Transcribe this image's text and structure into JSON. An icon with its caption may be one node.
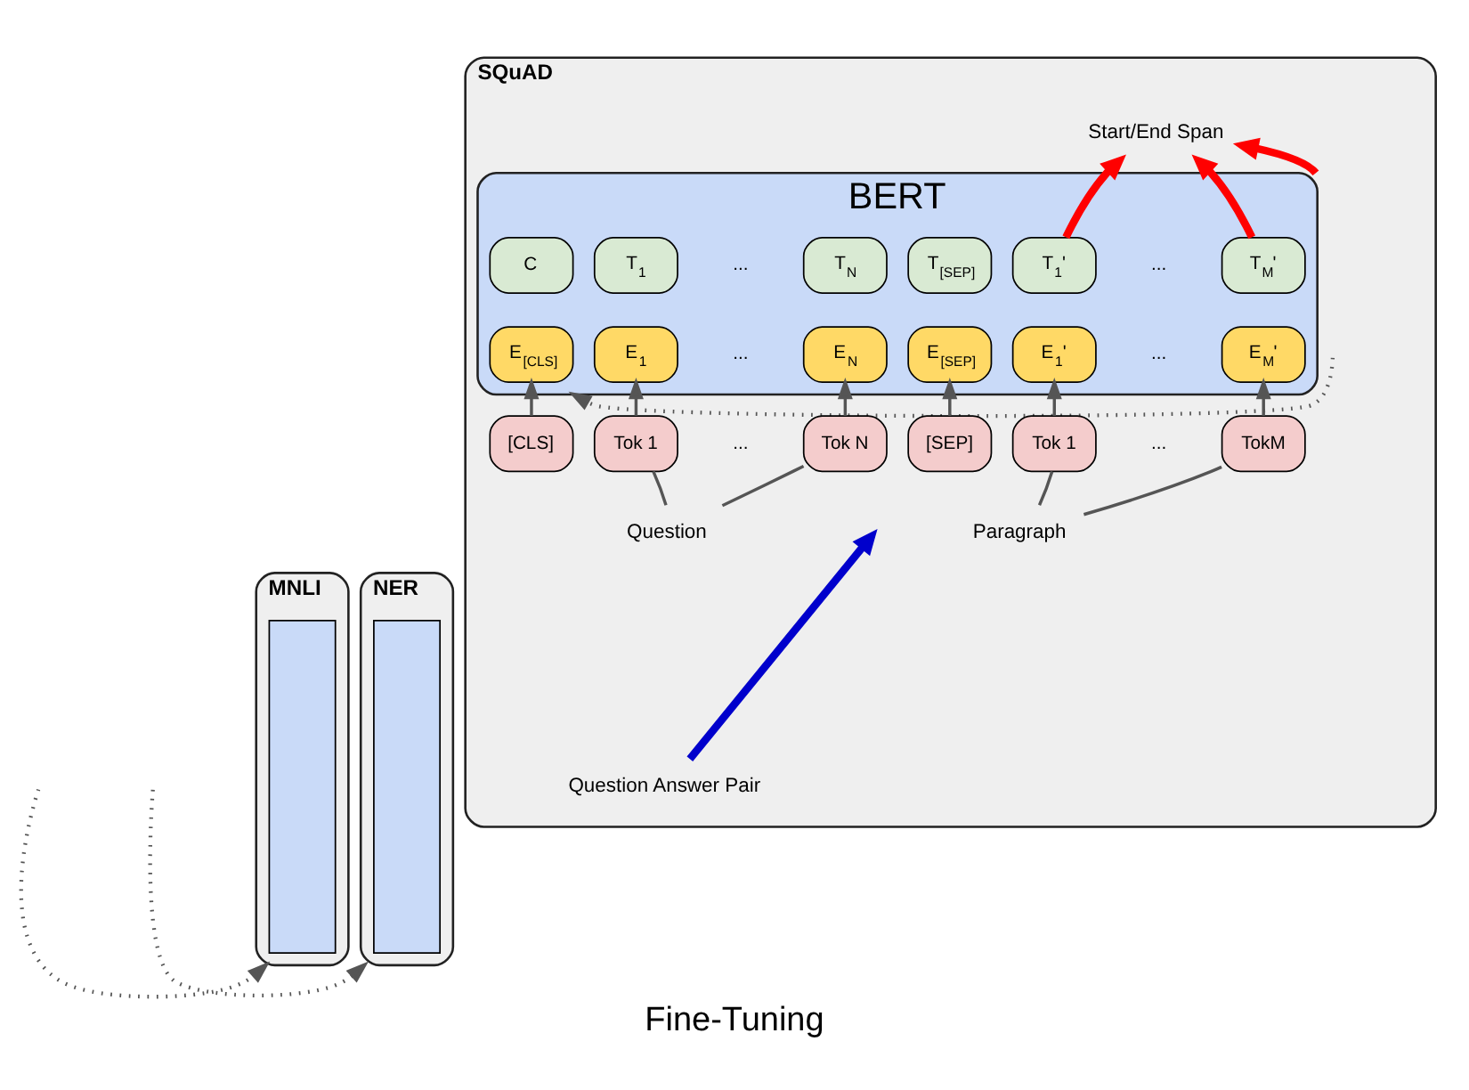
{
  "diagram": {
    "caption": "Fine-Tuning",
    "nodes": [
      {
        "text": [
          "MNLI"
        ]
      },
      {
        "text": [
          "NER"
        ]
      },
      {
        "text": [
          "SQuAD"
        ]
      },
      {
        "text": [],
        "shape": "box",
        "in": 0
      },
      {
        "text": [],
        "shape": "box",
        "in": 1
      },
      {
        "text": [
          "BERT"
        ],
        "in": 2
      },
      {
        "text": [
          "C"
        ],
        "in": 5
      },
      {
        "text": [
          "T$_{1}$"
        ],
        "in": 5
      },
      {
        "text": [
          "T$_{N}$"
        ],
        "in": 5
      },
      {
        "text": [
          "T$_{[SEP]}$"
        ],
        "in": 5
      },
      {
        "text": [
          "T$_{1}$'"
        ],
        "in": 5
      },
      {
        "text": [
          "T$_{M}$'"
        ],
        "in": 5
      },
      {
        "text": [
          "E$_{[CLS]}$"
        ],
        "in": 5
      },
      {
        "text": [
          "E$_{1}$"
        ],
        "in": 5
      },
      {
        "text": [
          "E$_{N}$"
        ],
        "in": 5
      },
      {
        "text": [
          "E$_{[SEP]}$"
        ],
        "in": 5
      },
      {
        "text": [
          "E$_{1}$'"
        ],
        "in": 5
      },
      {
        "text": [
          "E$_{M}$'"
        ],
        "in": 5
      },
      {
        "text": [
          "[CLS]"
        ],
        "in": 2
      },
      {
        "text": [
          "Tok 1"
        ],
        "in": 2
      },
      {
        "text": [
          "Tok N"
        ],
        "in": 2
      },
      {
        "text": [
          "[SEP]"
        ],
        "in": 2
      },
      {
        "text": [
          "Tok 1"
        ],
        "in": 2
      },
      {
        "text": [
          "TokM"
        ],
        "in": 2
      },
      {
        "text": [
          "Question"
        ],
        "in": 2
      },
      {
        "text": [
          "Paragraph"
        ],
        "in": 2
      },
      {
        "text": [
          "Question Answer Pair"
        ],
        "in": 2
      },
      {
        "text": [
          "Start/End Span"
        ],
        "in": 2
      }
    ],
    "edges": [
      {
        "from": null,
        "to": 0,
        "arrow": "to",
        "style": "dashed"
      },
      {
        "from": null,
        "to": 1,
        "arrow": "to",
        "style": "dashed"
      },
      {
        "from": null,
        "to": 5,
        "arrow": "to",
        "style": "dashed"
      },
      {
        "from": 18,
        "to": 12,
        "arrow": "to"
      },
      {
        "from": 19,
        "to": 13,
        "arrow": "to"
      },
      {
        "from": 20,
        "to": 14,
        "arrow": "to"
      },
      {
        "from": 21,
        "to": 15,
        "arrow": "to"
      },
      {
        "from": 22,
        "to": 16,
        "arrow": "to"
      },
      {
        "from": 23,
        "to": 17,
        "arrow": "to"
      },
      {
        "from": 19,
        "to": 24,
        "arrow": "none"
      },
      {
        "from": 20,
        "to": 24,
        "arrow": "none"
      },
      {
        "from": 22,
        "to": 25,
        "arrow": "none"
      },
      {
        "from": 23,
        "to": 25,
        "arrow": "none"
      },
      {
        "from": 10,
        "to": 27,
        "arrow": "to",
        "style": "thick",
        "color": "#ff0000"
      },
      {
        "from": 5,
        "to": 27,
        "arrow": "to",
        "style": "thick",
        "color": "#ff0000"
      },
      {
        "from": 11,
        "to": 27,
        "arrow": "to",
        "style": "thick",
        "color": "#ff0000"
      },
      {
        "from": 26,
        "to": null,
        "arrow": "to",
        "style": "thick",
        "color": "#0000cc"
      }
    ],
    "labels": [
      "...",
      "...",
      "...",
      "...",
      "...",
      "..."
    ]
  }
}
